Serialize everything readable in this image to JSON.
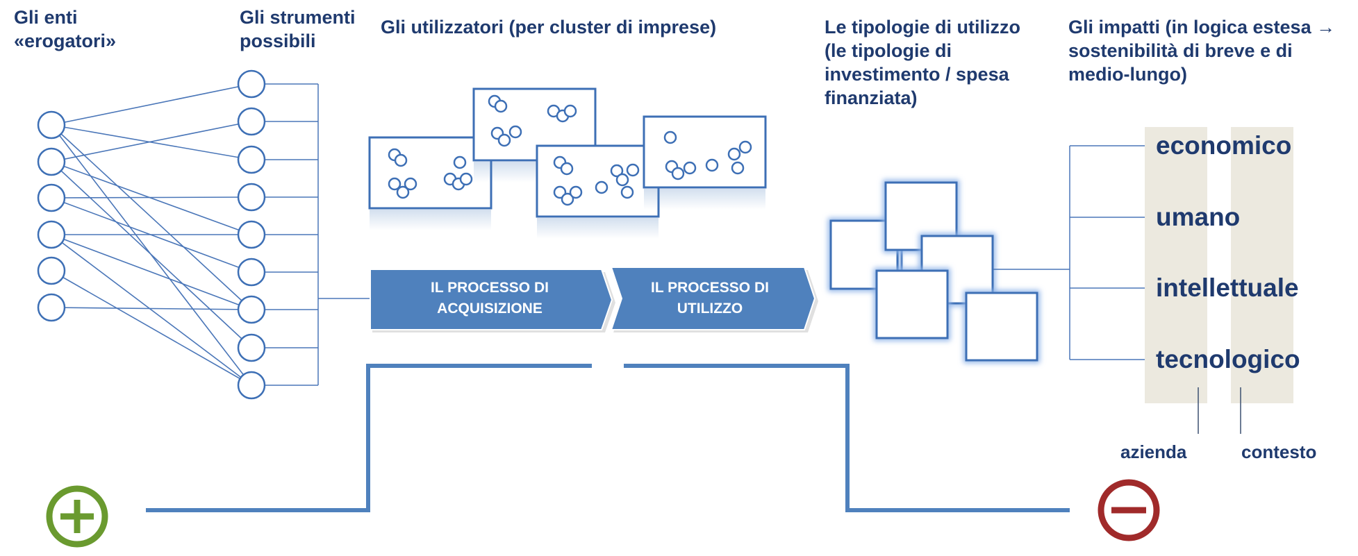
{
  "headers": {
    "enti": "Gli enti\n«erogatori»",
    "strumenti": "Gli strumenti\npossibili",
    "utilizzatori": "Gli utilizzatori (per cluster di imprese)",
    "tipologie": "Le tipologie di utilizzo\n(le tipologie di\ninvestimento / spesa\nfinanziata)",
    "impatti": "Gli impatti (in logica estesa →\nsostenibilità di breve e di\nmedio-lungo)"
  },
  "process": {
    "acquisizione_line1": "IL PROCESSO DI",
    "acquisizione_line2": "ACQUISIZIONE",
    "utilizzo_line1": "IL PROCESSO DI",
    "utilizzo_line2": "UTILIZZO"
  },
  "impacts": [
    "economico",
    "umano",
    "intellettuale",
    "tecnologico"
  ],
  "scopes": {
    "azienda": "azienda",
    "contesto": "contesto"
  },
  "colors": {
    "line": "#4a76b8",
    "node_stroke": "#3d6fb5",
    "arrow_fill": "#4f81bd",
    "band": "#ece9df",
    "text": "#1f3a6e",
    "plus": "#6a9a2f",
    "minus": "#a02a2a"
  },
  "icons": {
    "plus": "plus-circle-icon",
    "minus": "minus-circle-icon"
  }
}
